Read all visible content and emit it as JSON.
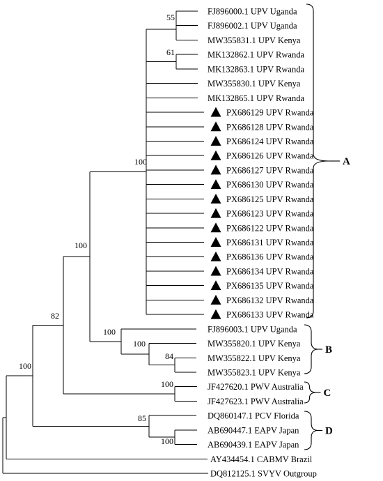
{
  "tree": {
    "leaves": [
      {
        "label": "FJ896000.1 UPV Uganda",
        "marker": false
      },
      {
        "label": "FJ896002.1 UPV Uganda",
        "marker": false
      },
      {
        "label": "MW355831.1 UPV Kenya",
        "marker": false
      },
      {
        "label": "MK132862.1 UPV Rwanda",
        "marker": false
      },
      {
        "label": "MK132863.1 UPV Rwanda",
        "marker": false
      },
      {
        "label": "MW355830.1 UPV Kenya",
        "marker": false
      },
      {
        "label": "MK132865.1 UPV Rwanda",
        "marker": false
      },
      {
        "label": "PX686129 UPV Rwanda",
        "marker": true
      },
      {
        "label": "PX686128 UPV Rwanda",
        "marker": true
      },
      {
        "label": "PX686124 UPV Rwanda",
        "marker": true
      },
      {
        "label": "PX686126 UPV Rwanda",
        "marker": true
      },
      {
        "label": "PX686127 UPV Rwanda",
        "marker": true
      },
      {
        "label": "PX686130 UPV Rwanda",
        "marker": true
      },
      {
        "label": "PX686125 UPV Rwanda",
        "marker": true
      },
      {
        "label": "PX686123 UPV Rwanda",
        "marker": true
      },
      {
        "label": "PX686122 UPV Rwanda",
        "marker": true
      },
      {
        "label": "PX686131 UPV Rwanda",
        "marker": true
      },
      {
        "label": "PX686136 UPV Rwanda",
        "marker": true
      },
      {
        "label": "PX686134 UPV Rwanda",
        "marker": true
      },
      {
        "label": "PX686135 UPV Rwanda",
        "marker": true
      },
      {
        "label": "PX686132 UPV Rwanda",
        "marker": true
      },
      {
        "label": "PX686133 UPV Rwanda",
        "marker": true
      },
      {
        "label": "FJ896003.1 UPV Uganda",
        "marker": false
      },
      {
        "label": "MW355820.1 UPV Kenya",
        "marker": false
      },
      {
        "label": "MW355822.1 UPV Kenya",
        "marker": false
      },
      {
        "label": "MW355823.1 UPV Kenya",
        "marker": false
      },
      {
        "label": "JF427620.1 PWV Australia",
        "marker": false
      },
      {
        "label": "JF427623.1 PWV Australia",
        "marker": false
      },
      {
        "label": "DQ860147.1 PCV Florida",
        "marker": false
      },
      {
        "label": "AB690447.1 EAPV Japan",
        "marker": false
      },
      {
        "label": "AB690439.1 EAPV Japan",
        "marker": false
      },
      {
        "label": "AY434454.1 CABMV Brazil",
        "marker": false
      },
      {
        "label": "DQ812125.1 SVYV Outgroup",
        "marker": false
      }
    ],
    "bootstrap": [
      "55",
      "61",
      "100",
      "100",
      "84",
      "100",
      "100",
      "100",
      "85",
      "82",
      "100",
      "100"
    ],
    "clades": [
      {
        "label": "A"
      },
      {
        "label": "B"
      },
      {
        "label": "C"
      },
      {
        "label": "D"
      }
    ]
  }
}
